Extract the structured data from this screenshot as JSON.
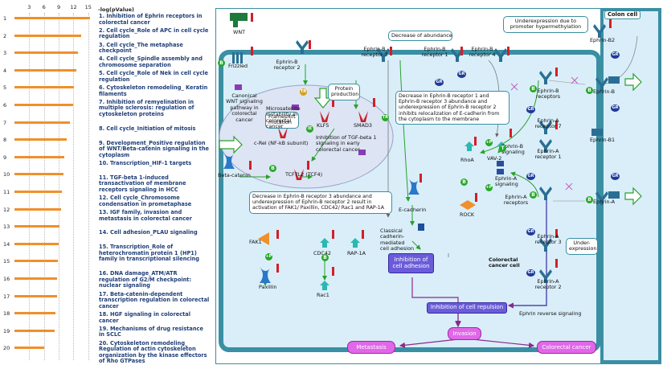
{
  "chart_data": {
    "type": "bar",
    "orientation": "horizontal",
    "xlabel": "-log(pValue)",
    "xticks": [
      3,
      6,
      9,
      12,
      15
    ],
    "xlim": [
      0,
      16.5
    ],
    "categories": [
      "1",
      "2",
      "3",
      "4",
      "5",
      "6",
      "7",
      "8",
      "9",
      "10",
      "11",
      "12",
      "13",
      "14",
      "15",
      "16",
      "17",
      "18",
      "19",
      "20"
    ],
    "values": [
      15.3,
      13.6,
      12.9,
      12.6,
      12.1,
      11.9,
      11.3,
      10.6,
      10.1,
      9.9,
      9.6,
      9.4,
      9.2,
      9.0,
      8.8,
      8.7,
      8.6,
      8.3,
      8.1,
      6.1
    ],
    "labels": [
      "Inhibition of Ephrin receptors in colorectal cancer",
      "Cell cycle_Role of APC in cell cycle regulation",
      "Cell cycle_The metaphase checkpoint",
      "Cell cycle_Spindle assembly and chromosome separation",
      "Cell cycle_Role of Nek in cell cycle regulation",
      "Cytoskeleton remodeling_ Keratin filaments",
      "Inhibition of remyelination in multiple sclerosis: regulation of cytoskeleton proteins",
      "Cell cycle_Initiation of mitosis",
      "Development_Positive regulation of WNT/Beta-catenin signaling in the cytoplasm",
      "Transcription_HIF-1 targets",
      "TGF-beta 1-induced transactivation of membrane receptors signaling in HCC",
      "Cell cycle_Chromosome condensation in prometaphase",
      "IGF family, invasion and metastasis in colorectal cancer",
      "Cell adhesion_PLAU signaling",
      "Transcription_Role of heterochromatin protein 1 (HP1) family in transcriptional silencing",
      "DNA damage_ATM/ATR regulation of G2/M checkpoint: nuclear signaling",
      "Beta-catenin-dependent transcription regulation in colorectal cancer",
      "HGF signaling in colorectal cancer",
      "Mechanisms of drug resistance in SCLC",
      "Cytoskeleton remodeling_ Regulation of actin cytoskeleton organization by the kinase effectors of Rho GTPases"
    ],
    "bar_color": "#f0902a"
  },
  "map": {
    "colon_cell": "Colon cell",
    "colorectal_cancer_cell": "Colorectal\ncancer cell",
    "notes": {
      "decrease_abundance": "Decrease of abundance",
      "underexpression_promoter": "Underexpression due to\npromoter hypermethylation",
      "protein_production": "Protein\nproduction",
      "frameshift": "Frameshift\nmutation",
      "decrease_b1_b3": "Decrease in Ephrin-B receptor 1 and Ephrin-B receptor 3 abundance and underexpression of Ephrin-B receptor 2 inhibits relocalization of E-cadherin from the cytoplasm to the membrane",
      "decrease_b3_b2": "Decrease in Ephrin-B receptor 3 abundance and underexpression of Ephrin-B receptor 2 result in activation of  FAK1/ Paxillin, CDC42/ Rac1 and RAP-1A",
      "underexpression": "Under-\nexpression"
    },
    "labels": {
      "wnt": "WNT",
      "frizzled": "Frizzled",
      "canonical_wnt": "Canonical\nWNT signaling\npathway in\ncolorectal\ncancer",
      "msi": "Microsatellite\ninstability in\ncolorectal\ncancer",
      "ephrin_b_r2_top": "Ephrin-B\nreceptor 2",
      "ephrin_b_r3_top": "Ephrin-B\nreceptor 3",
      "ephrin_b_r1_top": "Ephrin-B\nreceptor 1",
      "ephrin_b_r4_top": "Ephrin-B\nreceptor 4",
      "ephrin_b2": "Ephrin-B2",
      "ephrin_b_receptors_l": "Ephrin-B\nreceptors",
      "ephrin_b_receptors_r": "Ephrin-B",
      "ephrin_a_r7": "Ephrin-A\nreceptor 7",
      "ephrin_a_r1": "Ephrin-A\nreceptor 1",
      "ephrin_b1": "Ephrin-B1",
      "ephrin_a_receptors": "Ephrin-A\nreceptors",
      "ephrin_a": "Ephrin-A",
      "ephrin_a_r3": "Ephrin-A\nreceptor 3",
      "ephrin_a_r2": "Ephrin-A\nreceptor 2",
      "ephrin_b_signaling": "Ephrin-B\nsignaling",
      "ephrin_a_signaling": "Ephrin-A\nsignaling",
      "crel": "c-Rel (NF-kB subunit)",
      "klf5": "KLF5",
      "smad3": "SMAD3",
      "tgf_beta": "Inhibition of TGF-beta 1\nsignaling in early\ncolorectal cancer",
      "tcf7l2": "TCF7L2 (TCF4)",
      "beta_catenin": "Beta-catenin",
      "rhoa": "RhoA",
      "vav2": "VAV-2",
      "rock": "ROCK",
      "e_cadherin": "E-cadherin",
      "classical": "Classical\ncadherin-mediated\ncell adhesion",
      "fak1": "FAK1",
      "paxillin": "Paxillin",
      "cdc42": "CDC42",
      "rac1": "Rac1",
      "rap1a": "RAP-1A",
      "ephrin_reverse": "Ephrin reverse signaling"
    },
    "boxes": {
      "inhibition_adhesion": "Inhibition of\ncell adhesion",
      "inhibition_repulsion": "Inhibition of cell repulsion",
      "invasion": "Invasion",
      "metastasis": "Metastasis",
      "colorectal_cancer": "Colorectal cancer"
    },
    "badges": {
      "b": "B",
      "gr": "GR",
      "p": "+P",
      "t": "T",
      "tr": "TR",
      "ie": "IE"
    }
  }
}
